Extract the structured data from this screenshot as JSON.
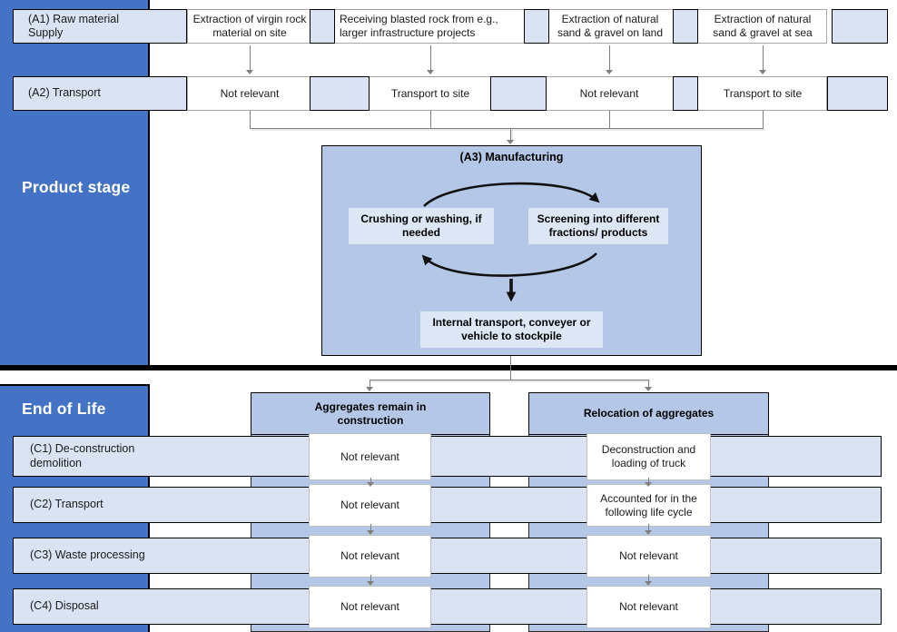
{
  "sections": {
    "product_stage": "Product stage",
    "end_of_life": "End of Life"
  },
  "rows_a": [
    {
      "label": "(A1) Raw material Supply",
      "cells": [
        "Extraction of virgin rock material on site",
        "Receiving blasted rock from e.g., larger infrastructure projects",
        "Extraction of natural sand & gravel on land",
        "Extraction of natural sand & gravel at sea"
      ]
    },
    {
      "label": "(A2) Transport",
      "cells": [
        "Not relevant",
        "Transport to site",
        "Not relevant",
        "Transport to site"
      ]
    }
  ],
  "manufacturing": {
    "title": "(A3) Manufacturing",
    "crushing_box": "Crushing or washing, if needed",
    "screening_box": "Screening into different fractions/ products",
    "internal_box": "Internal transport, conveyer or vehicle to stockpile"
  },
  "eol_columns": [
    "Aggregates remain in construction",
    "Relocation of aggregates"
  ],
  "rows_c": [
    {
      "label": "(C1) De-construction demolition",
      "cells": [
        "Not relevant",
        "Deconstruction and loading of truck"
      ]
    },
    {
      "label": "(C2) Transport",
      "cells": [
        "Not relevant",
        "Accounted for in the following life cycle"
      ]
    },
    {
      "label": "(C3) Waste processing",
      "cells": [
        "Not relevant",
        "Not relevant"
      ]
    },
    {
      "label": "(C4) Disposal",
      "cells": [
        "Not relevant",
        "Not relevant"
      ]
    }
  ],
  "colors": {
    "accent_blue": "#4472c4",
    "light_blue": "#dae3f3",
    "medium_blue": "#b4c7e7",
    "inner_box_blue": "#dce6f4",
    "connector_gray": "#7f7f7f",
    "divider_black": "#000000"
  }
}
